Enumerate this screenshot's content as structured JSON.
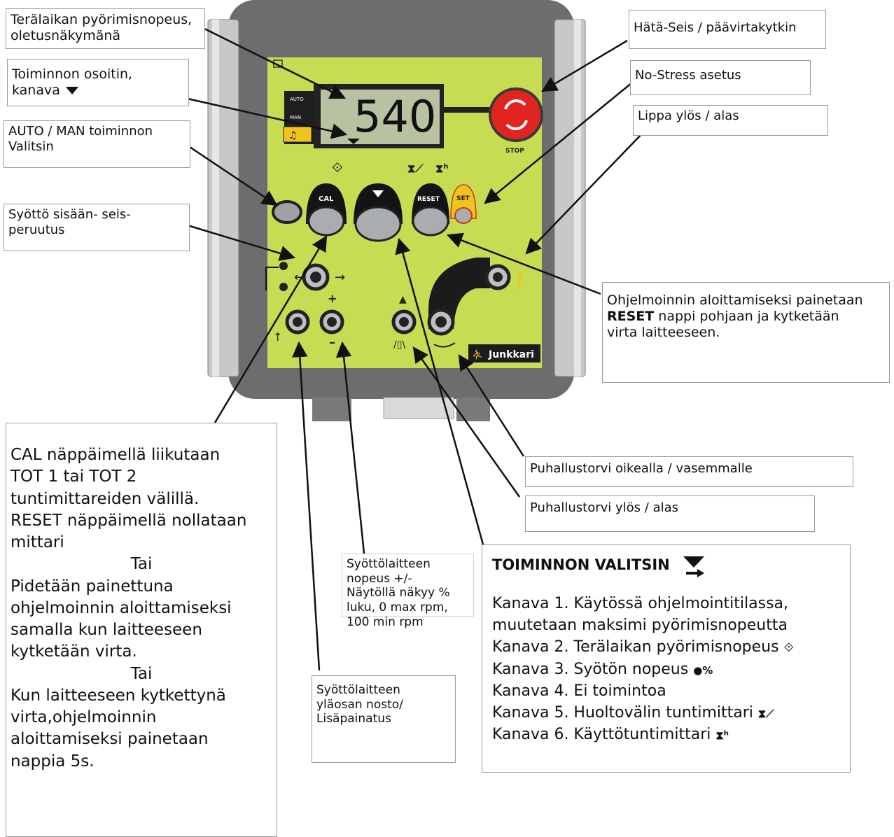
{
  "callouts": {
    "speed_default": [
      "Terälaikan pyörimisnopeus,",
      "oletusnäkymänä"
    ],
    "indicator": [
      "Toiminnon osoitin,",
      "kanava"
    ],
    "auto_man": [
      "AUTO / MAN toiminnon",
      "Valitsin"
    ],
    "feed": [
      "Syöttö sisään- seis-",
      "peruutus"
    ],
    "emergency": "Hätä-Seis / päävirtakytkin",
    "no_stress": "No-Stress asetus",
    "visor": "Lippa ylös / alas",
    "program": {
      "pre": "Ohjelmoinnin aloittamiseksi painetaan",
      "bold": "RESET",
      "post": " nappi pohjaan ja kytketään",
      "line3": "virta laitteeseen."
    },
    "chute_lr": "Puhallustorvi oikealla / vasemmalle",
    "chute_ud": "Puhallustorvi ylös / alas",
    "feed_speed": [
      "Syöttölaitteen",
      "nopeus +/-",
      "Näytöllä näkyy %",
      "luku, 0 max rpm,",
      "100 min rpm"
    ],
    "feed_lift": [
      "Syöttölaitteen",
      "yläosan nosto/",
      "Lisäpainatus"
    ],
    "cal_lines": [
      "CAL näppäimellä liikutaan",
      "TOT 1 tai TOT 2",
      "tuntimittareiden välillä.",
      "RESET näppäimellä nollataan",
      "mittari",
      "Tai",
      "Pidetään painettuna",
      "ohjelmoinnin aloittamiseksi",
      "samalla kun laitteeseen",
      "kytketään virta.",
      "Tai",
      "Kun laitteeseen kytkettynä",
      "virta,ohjelmoinnin",
      "aloittamiseksi painetaan",
      "nappia 5s."
    ],
    "selector": {
      "title": "TOIMINNON VALITSIN",
      "channels": [
        "Kanava 1. Käytössä ohjelmointitilassa,",
        "muutetaan maksimi pyörimisnopeutta",
        "Kanava 2. Terälaikan pyörimisnopeus",
        "Kanava 3. Syötön nopeus",
        "Kanava 4. Ei toimintoa",
        "Kanava 5. Huoltovälin tuntimittari",
        "Kanava 6. Käyttötuntimittari"
      ],
      "channel_icons": [
        "",
        "",
        "rotation-icon",
        "feed-percent-icon",
        "",
        "service-hour-icon",
        "hour-meter-icon"
      ]
    }
  },
  "device": {
    "display_value": "540",
    "mode_labels": [
      "AUTO",
      "MAN"
    ],
    "buttons": [
      "CAL",
      "RESET",
      "SET"
    ],
    "stop_label": "STOP",
    "brand": "Junkkari",
    "colors": {
      "panel": "#c7dc52",
      "housing": "#6b6d6f",
      "stop": "#e0241f",
      "lcd": "#b9c2a0",
      "set": "#f2c21d"
    }
  }
}
